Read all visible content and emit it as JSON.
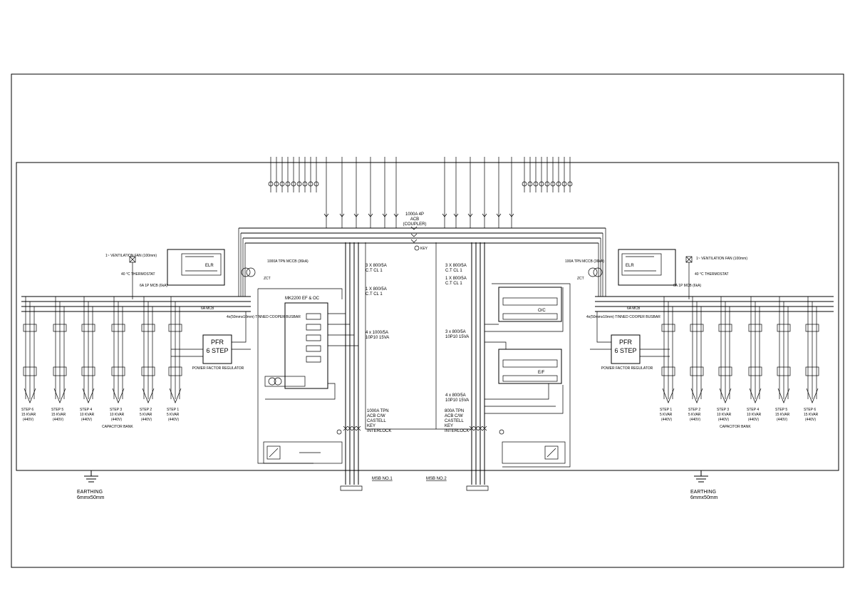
{
  "left_panel": {
    "ventilation_fan": "1~ VENTILATION FAN (100mm)",
    "thermostat": "40 °C THERMOSTAT",
    "fan_mcb": "6A 1P MCB (6kA)",
    "surge_mcb": "6A MCB",
    "bus_label": "4x(50mmx10mm) TINNED COOPER BUSBAR",
    "mccb": "1000A TPN MCCB (36kA)",
    "zct_label": "ZCT",
    "elr_label": "ELR",
    "pfr_title_1": "PFR",
    "pfr_title_2": "6 STEP",
    "pfr_caption": "POWER FACTOR REGULATOR",
    "capacitor_bank": "CAPACITOR BANK",
    "steps": [
      {
        "name": "STEP 6",
        "kvar": "15 KVAR",
        "volt": "(440V)"
      },
      {
        "name": "STEP 5",
        "kvar": "15 KVAR",
        "volt": "(440V)"
      },
      {
        "name": "STEP 4",
        "kvar": "10 KVAR",
        "volt": "(440V)"
      },
      {
        "name": "STEP 3",
        "kvar": "10 KVAR",
        "volt": "(440V)"
      },
      {
        "name": "STEP 2",
        "kvar": "5 KVAR",
        "volt": "(440V)"
      },
      {
        "name": "STEP 1",
        "kvar": "5 KVAR",
        "volt": "(440V)"
      }
    ],
    "earthing_title": "EARTHING",
    "earthing_size": "6mmx50mm"
  },
  "right_panel": {
    "ventilation_fan": "1~ VENTILATION FAN (100mm)",
    "thermostat": "40 °C THERMOSTAT",
    "fan_mcb": "6A 1P MCB (6kA)",
    "surge_mcb": "6A MCB",
    "bus_label": "4x(50mmx10mm) TINNED COOPER BUSBAR",
    "mccb": "100A TPN MCCB (36kA)",
    "zct_label": "ZCT",
    "elr_label": "ELR",
    "pfr_title_1": "PFR",
    "pfr_title_2": "6 STEP",
    "pfr_caption": "POWER FACTOR REGULATOR",
    "capacitor_bank": "CAPACITOR BANK",
    "steps": [
      {
        "name": "STEP 1",
        "kvar": "5 KVAR",
        "volt": "(440V)"
      },
      {
        "name": "STEP 2",
        "kvar": "5 KVAR",
        "volt": "(440V)"
      },
      {
        "name": "STEP 3",
        "kvar": "10 KVAR",
        "volt": "(440V)"
      },
      {
        "name": "STEP 4",
        "kvar": "10 KVAR",
        "volt": "(440V)"
      },
      {
        "name": "STEP 5",
        "kvar": "15 KVAR",
        "volt": "(440V)"
      },
      {
        "name": "STEP 6",
        "kvar": "15 KVAR",
        "volt": "(440V)"
      }
    ],
    "earthing_title": "EARTHING",
    "earthing_size": "6mmx50mm"
  },
  "center": {
    "coupler_1": "1000A 4P",
    "coupler_2": "ACB",
    "coupler_3": "(COUPLER)",
    "key": "KEY",
    "ct_left_1": "3 X 800/5A",
    "ct_left_2": "C.T CL 1",
    "ct_left_3": "1 X 800/5A",
    "ct_left_4": "C.T CL 1",
    "ct_left_5": "4 x 1000/5A",
    "ct_left_6": "10P10 15VA",
    "ct_right_1": "3 X 800/5A",
    "ct_right_2": "C.T CL 1",
    "ct_right_3": "1 X 800/5A",
    "ct_right_4": "C.T CL 1",
    "ct_right_5": "3 x 800/5A",
    "ct_right_6": "10P10 15VA",
    "ct_right_7": "4 x 800/5A",
    "ct_right_8": "10P10 15VA",
    "relay_title": "MK2200 EF & OC",
    "oc_label": "O/C",
    "ef_label": "E/F",
    "acb_left_1": "1000A TPN",
    "acb_left_2": "ACB C/W",
    "acb_left_3": "CASTELL",
    "acb_left_4": "KEY",
    "acb_left_5": "INTERLOCK",
    "acb_right_1": "800A TPN",
    "acb_right_2": "ACB C/W",
    "acb_right_3": "CASTELL",
    "acb_right_4": "KEY",
    "acb_right_5": "INTERLOCK",
    "msb1": "MSB NO.1",
    "msb2": "MSB NO.2"
  }
}
